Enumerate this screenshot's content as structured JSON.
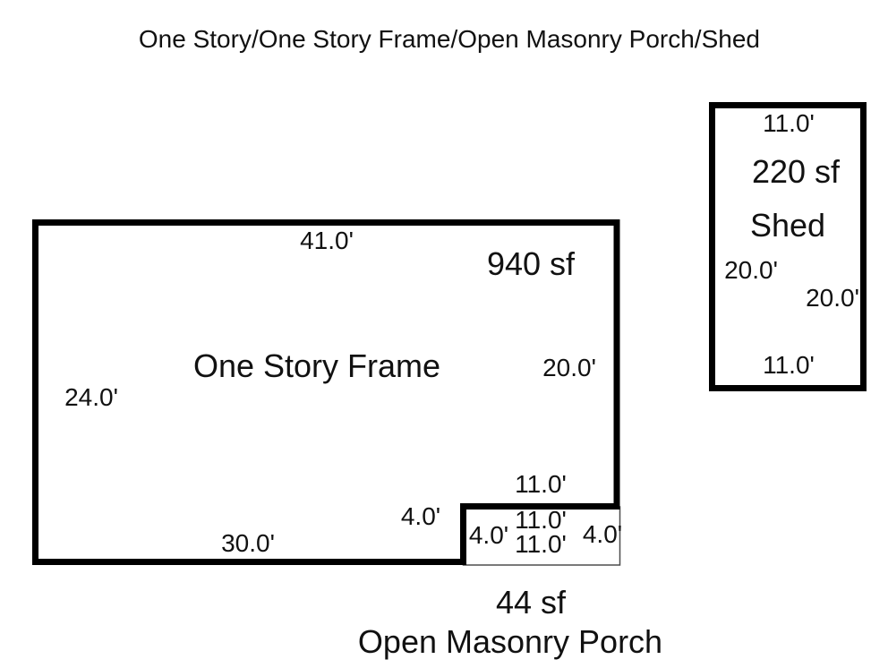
{
  "title": "One Story/One Story Frame/Open Masonry Porch/Shed",
  "colors": {
    "background": "#ffffff",
    "outline": "#000000",
    "porch_outline": "#4d4d4d",
    "text": "#111111"
  },
  "main_building": {
    "name": "One Story Frame",
    "area": "940 sf",
    "dim_top": "41.0'",
    "dim_left": "24.0'",
    "dim_right": "20.0'",
    "dim_bottom": "30.0'",
    "dim_notch_top": "11.0'",
    "dim_notch_step": "4.0'"
  },
  "porch": {
    "name": "Open Masonry Porch",
    "area": "44 sf",
    "dim_top": "11.0'",
    "dim_bottom": "11.0'",
    "dim_left": "4.0'",
    "dim_right": "4.0'"
  },
  "shed": {
    "name": "Shed",
    "area": "220 sf",
    "dim_top": "11.0'",
    "dim_bottom": "11.0'",
    "dim_left": "20.0'",
    "dim_right": "20.0'"
  }
}
